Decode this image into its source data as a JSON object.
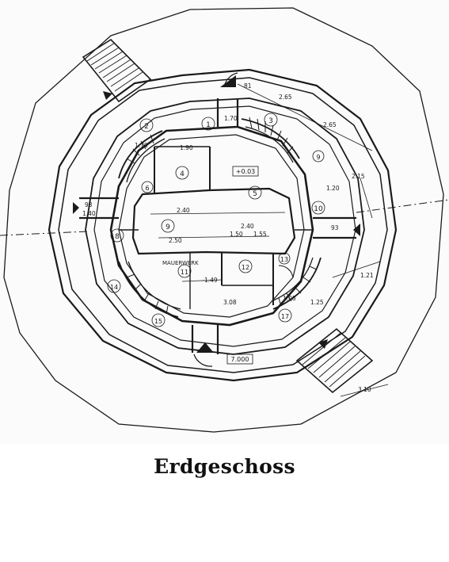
{
  "caption": "Erdgeschoss",
  "colors": {
    "ink": "#1a1a1a",
    "paper": "#fbfbfb",
    "caption": "#111111"
  },
  "rooms": [
    {
      "id": "room-1",
      "number": "1"
    },
    {
      "id": "room-2",
      "number": "2"
    },
    {
      "id": "room-3",
      "number": "3"
    },
    {
      "id": "room-4",
      "number": "4"
    },
    {
      "id": "room-5",
      "number": "5"
    },
    {
      "id": "room-6",
      "number": "6"
    },
    {
      "id": "room-8",
      "number": "8"
    },
    {
      "id": "room-9",
      "number": "9"
    },
    {
      "id": "room-9b",
      "number": "9"
    },
    {
      "id": "room-10",
      "number": "10"
    },
    {
      "id": "room-11",
      "number": "11"
    },
    {
      "id": "room-12",
      "number": "12"
    },
    {
      "id": "room-13",
      "number": "13"
    },
    {
      "id": "room-14",
      "number": "14"
    },
    {
      "id": "room-15",
      "number": "15"
    },
    {
      "id": "room-17",
      "number": "17"
    }
  ],
  "dimensions": [
    "81",
    "2.65",
    "2.65",
    "2.15",
    "1.70",
    "1.90",
    "93",
    "93",
    "1.40",
    "2.40",
    "2.40",
    "2.50",
    "1.55",
    "1.50",
    "1.49",
    "1.21",
    "3.08",
    "1.20",
    "1.70",
    "3.10",
    "1.25",
    "1.08"
  ],
  "level_marks": [
    {
      "id": "level-upper",
      "value": "+0.03"
    },
    {
      "id": "level-lower",
      "value": "7.000"
    }
  ],
  "annotations": {
    "masonry": "MAUERWERK"
  }
}
